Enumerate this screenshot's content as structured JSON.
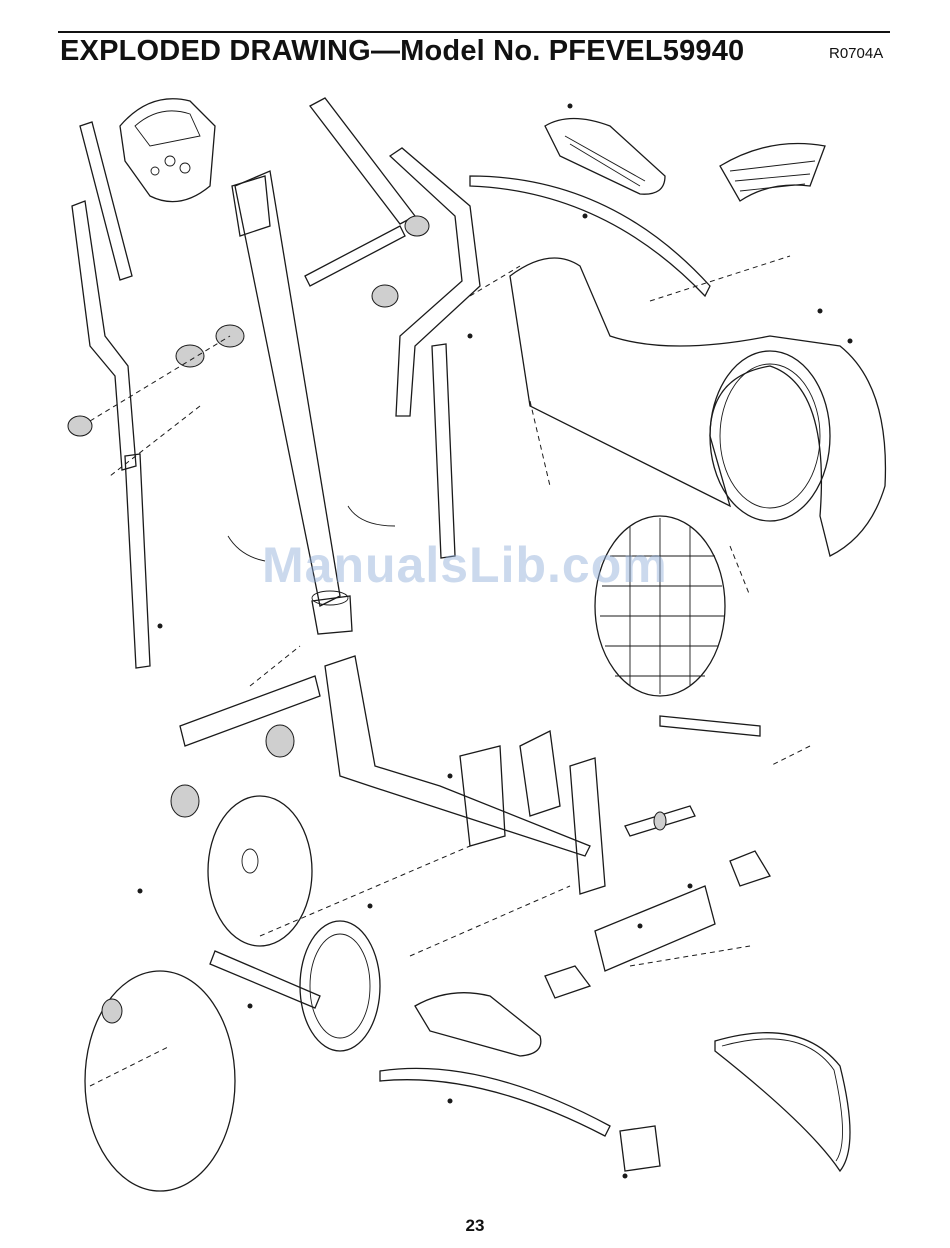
{
  "header": {
    "title": "EXPLODED DRAWING—Model No. PFEVEL59940",
    "code": "R0704A"
  },
  "watermark": "ManualsLib.com",
  "footer": {
    "page_number": "23"
  },
  "icons": [
    "exploded-parts-drawing"
  ]
}
